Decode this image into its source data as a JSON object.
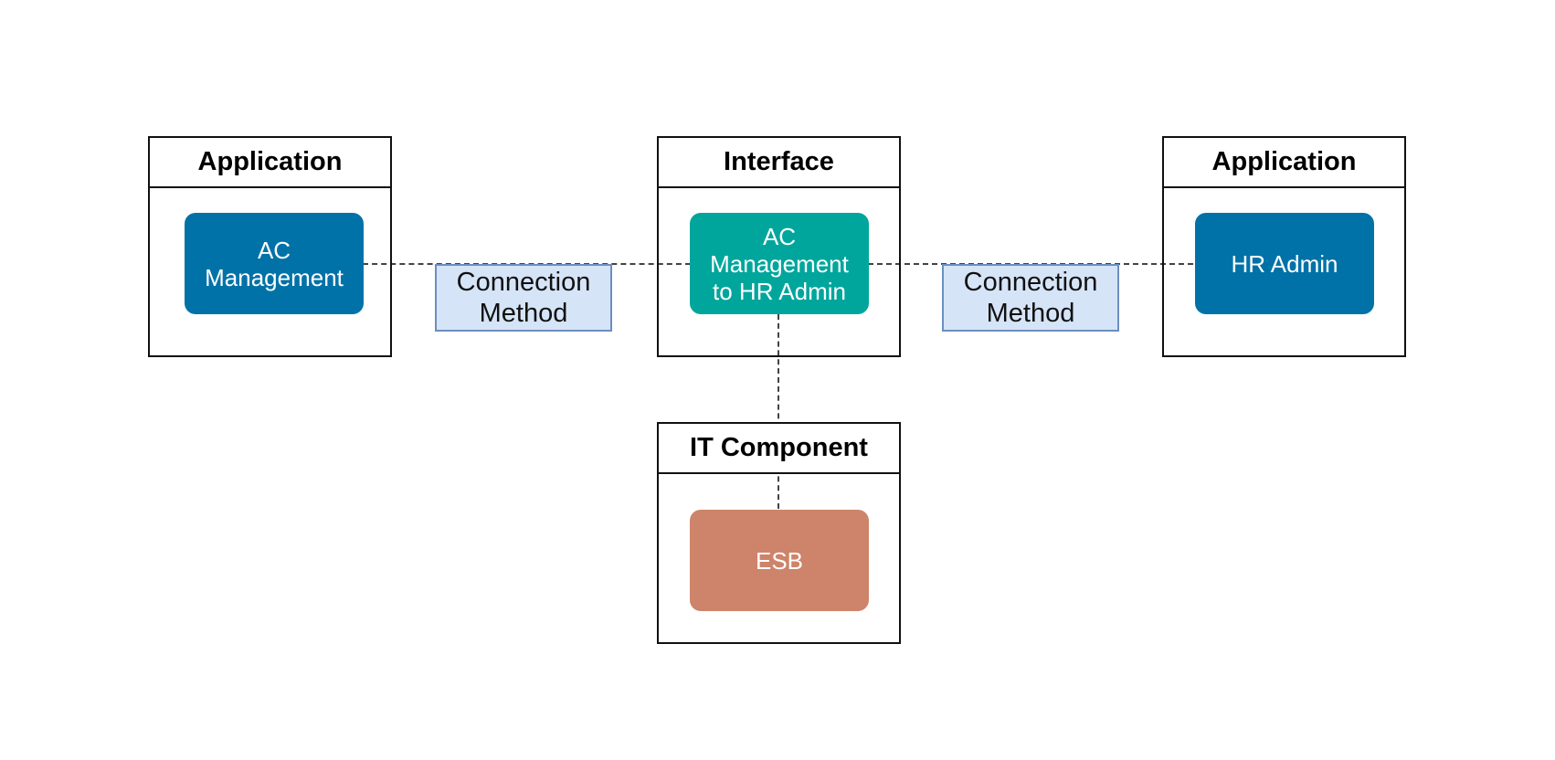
{
  "groups": {
    "left_application": {
      "title": "Application"
    },
    "interface": {
      "title": "Interface"
    },
    "right_application": {
      "title": "Application"
    },
    "it_component": {
      "title": "IT Component"
    }
  },
  "nodes": {
    "ac_management": {
      "label": "AC Management",
      "color": "#0072a8"
    },
    "interface_node": {
      "label": "AC Management to HR Admin",
      "color": "#00a69c"
    },
    "hr_admin": {
      "label": "HR Admin",
      "color": "#0072a8"
    },
    "esb": {
      "label": "ESB",
      "color": "#cd846a"
    }
  },
  "edge_labels": {
    "left": "Connection Method",
    "right": "Connection Method"
  },
  "colors": {
    "group_border": "#111111",
    "connector": "#444444",
    "edge_label_fill": "#d6e4f8",
    "edge_label_border": "#6a8fc0"
  }
}
